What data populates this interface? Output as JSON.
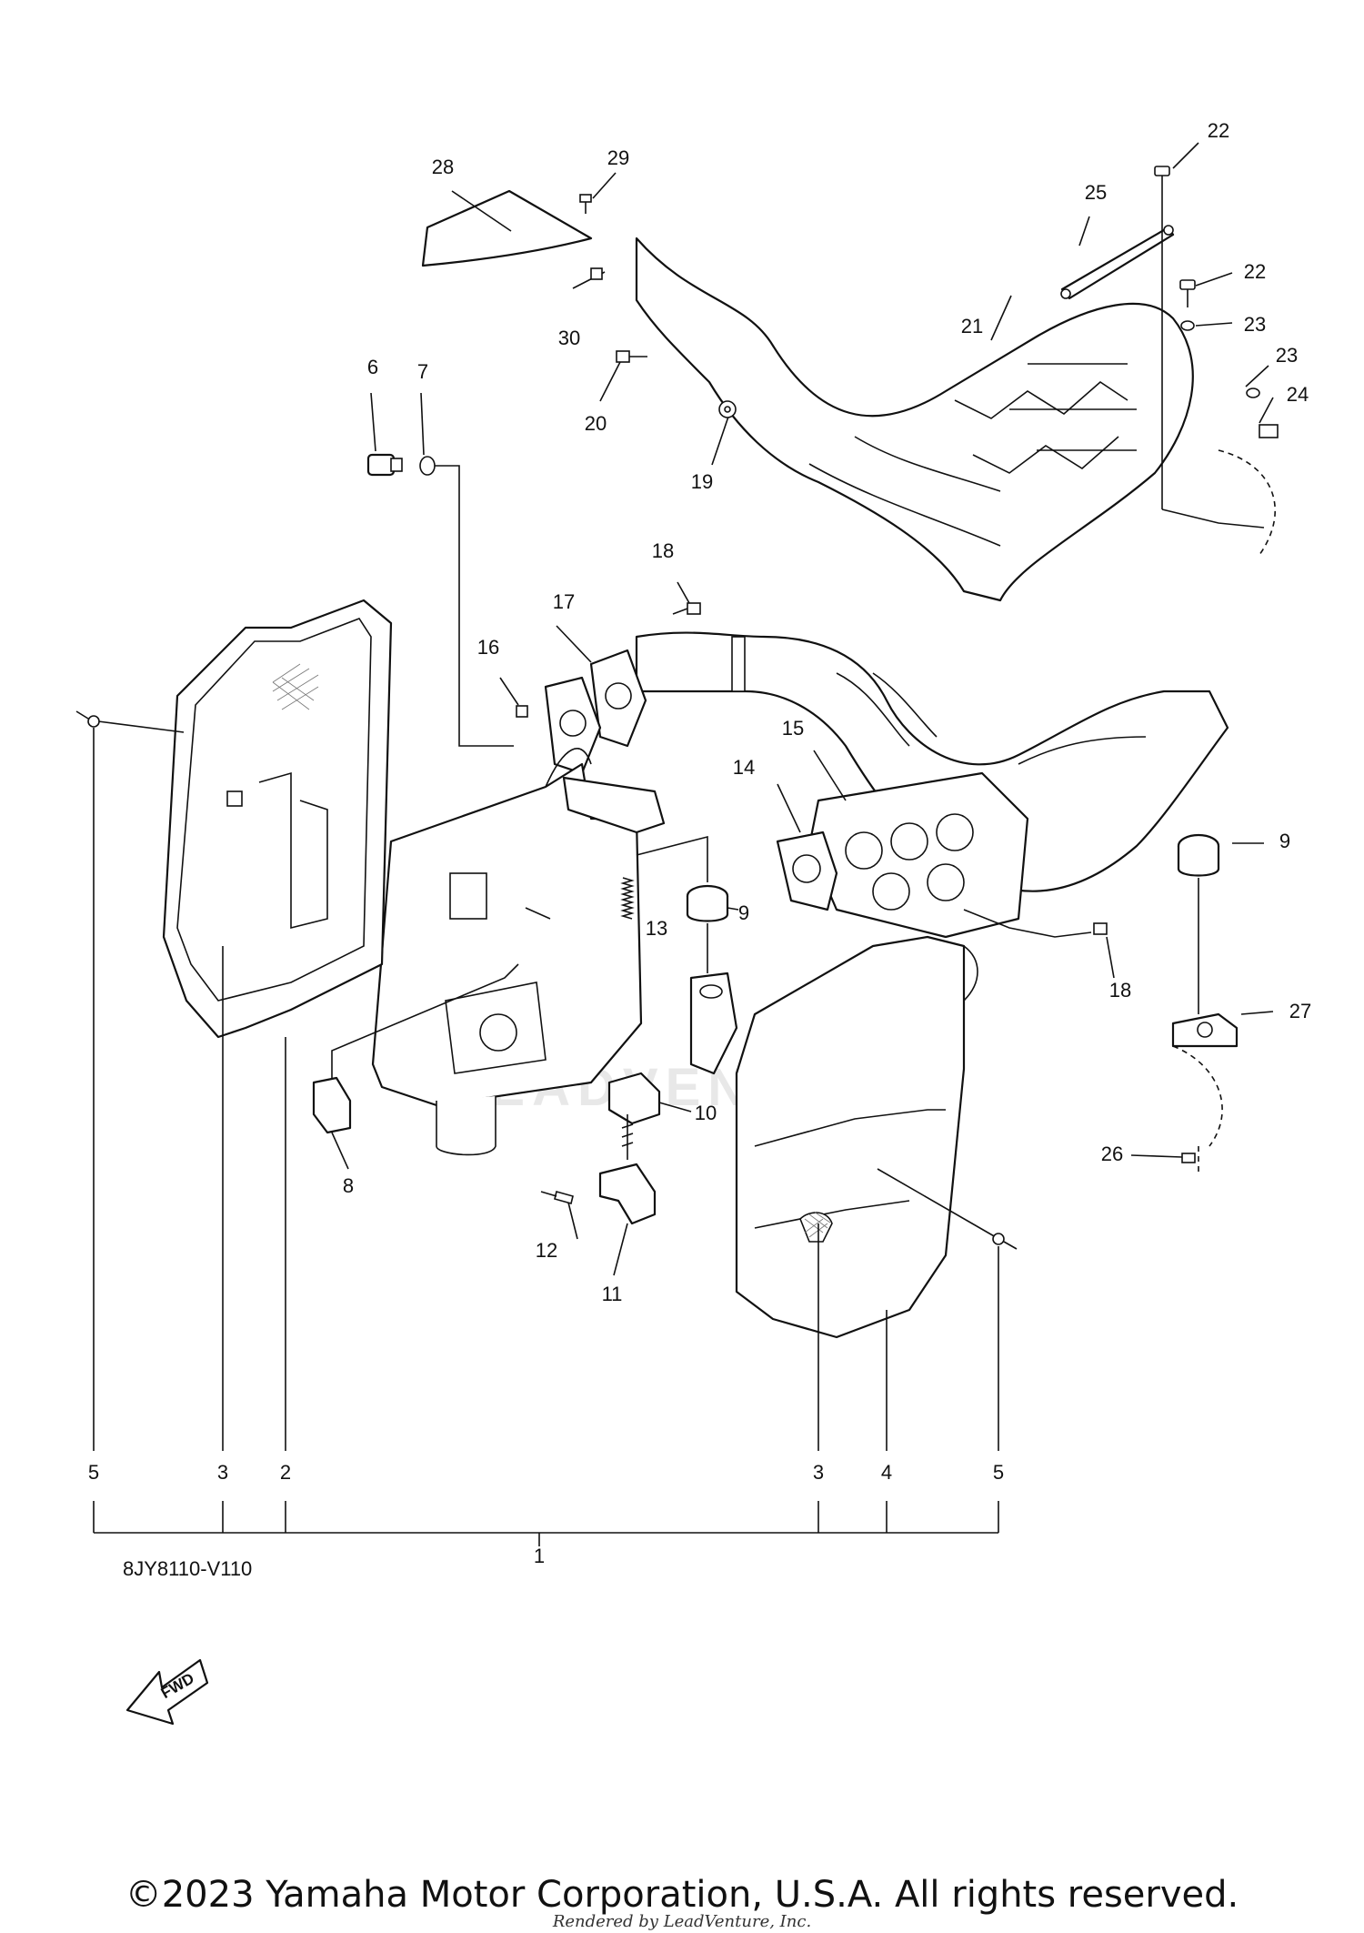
{
  "diagram": {
    "callouts": [
      "1",
      "2",
      "3",
      "3",
      "4",
      "5",
      "5",
      "6",
      "7",
      "8",
      "9",
      "9",
      "10",
      "11",
      "12",
      "13",
      "14",
      "15",
      "16",
      "17",
      "18",
      "18",
      "19",
      "20",
      "21",
      "22",
      "22",
      "23",
      "23",
      "24",
      "25",
      "26",
      "27",
      "28",
      "29",
      "30"
    ],
    "fwd_label": "FWD",
    "watermark": "LEADVENTURE",
    "diagram_code": "8JY8110-V110"
  },
  "footer": {
    "copyright": "©2023 Yamaha Motor Corporation, U.S.A. All rights reserved.",
    "rendered_by": "Rendered by LeadVenture, Inc."
  }
}
